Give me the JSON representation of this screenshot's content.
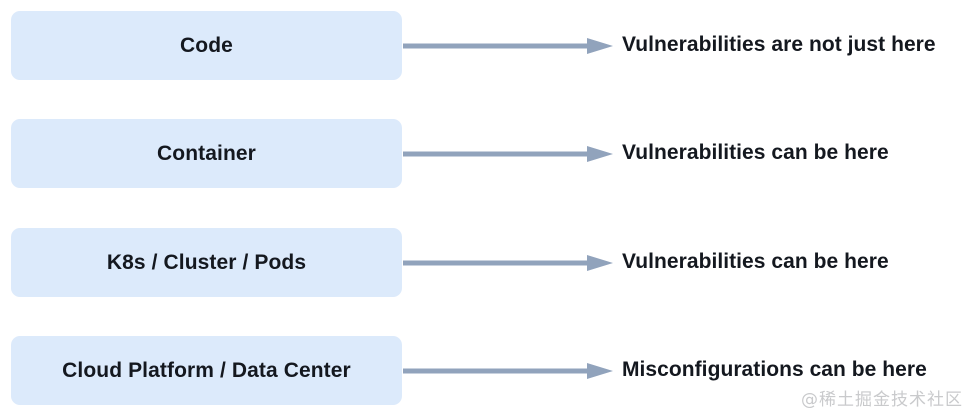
{
  "diagram": {
    "type": "layered-callout-diagram",
    "background_color": "#ffffff",
    "box_fill_color": "#dceafb",
    "arrow_color": "#91a3bc",
    "text_color": "#14181f",
    "rows": [
      {
        "layer_label": "Code",
        "callout_text": "Vulnerabilities are not just here",
        "arrow_icon": "right-arrow-icon"
      },
      {
        "layer_label": "Container",
        "callout_text": "Vulnerabilities can be here",
        "arrow_icon": "right-arrow-icon"
      },
      {
        "layer_label": "K8s / Cluster / Pods",
        "callout_text": "Vulnerabilities can be here",
        "arrow_icon": "right-arrow-icon"
      },
      {
        "layer_label": "Cloud Platform / Data Center",
        "callout_text": "Misconfigurations can be here",
        "arrow_icon": "right-arrow-icon"
      }
    ]
  },
  "watermark": {
    "text": "@稀土掘金技术社区",
    "color": "#c9cacc"
  }
}
